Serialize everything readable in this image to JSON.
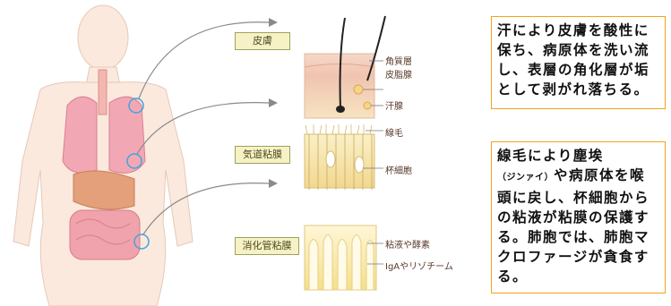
{
  "labels": {
    "skin": "皮膚",
    "airway": "気道粘膜",
    "digestive": "消化管粘膜"
  },
  "callouts": {
    "stratum_corneum": "角質層",
    "sebaceous_gland": "皮脂腺",
    "sweat_gland": "汗腺",
    "cilia": "線毛",
    "goblet_cell": "杯細胞",
    "mucus_enzymes": "粘液や酵素",
    "iga_lysozyme": "IgAやリゾチーム"
  },
  "notes": {
    "skin_note": "汗により皮膚を酸性に保ち、病原体を洗い流し、表層の角化層が垢として剥がれ落ちる。",
    "airway_note_a": "線毛により塵埃",
    "airway_note_paren": "（ジンァイ）",
    "airway_note_b": "や病原体を喉頭に戻し、杯細胞からの粘液が粘膜の保護する。肺胞では、肺胞マクロファージが貪食する。"
  },
  "colors": {
    "body_fill": "#fbe9dd",
    "lung": "#f2a8b4",
    "circle_highlight": "#3aa6e0",
    "note_border": "#f2a31a",
    "label_fill": "#f7f2c6"
  },
  "icons": [
    "human-body-figure",
    "skin-cross-section",
    "airway-mucosa-cross-section",
    "digestive-mucosa-cross-section"
  ]
}
